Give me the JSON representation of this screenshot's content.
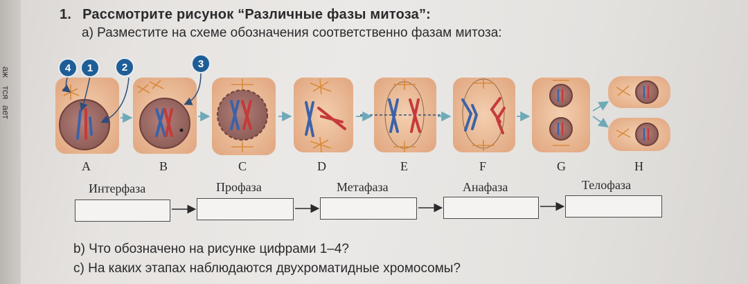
{
  "sidebar_fragments": [
    "аж",
    "тся",
    "ает"
  ],
  "question": {
    "number": "1.",
    "title": "Рассмотрите рисунок “Различные фазы митоза”:",
    "part_a": "а) Разместите на схеме обозначения соответственно фазам митоза:",
    "part_b": "b) Что обозначено на рисунке цифрами 1–4?",
    "part_c": "c) На каких этапах наблюдаются двухроматидные хромосомы?"
  },
  "figure": {
    "stage_letters": [
      "A",
      "B",
      "C",
      "D",
      "E",
      "F",
      "G",
      "H"
    ],
    "number_markers": [
      "4",
      "1",
      "2",
      "3"
    ],
    "colors": {
      "cell_bg": "#e9b996",
      "nucleus": "#9c6a63",
      "nucleus_rim": "#6d3f3b",
      "marker": "#1f5d96",
      "chrom_blue": "#3b63a8",
      "chrom_red": "#c53a3a",
      "arrow": "#6fa9b8",
      "aster": "#d98a3a"
    }
  },
  "phases": [
    {
      "label": "Интерфаза"
    },
    {
      "label": "Профаза"
    },
    {
      "label": "Метафаза"
    },
    {
      "label": "Анафаза"
    },
    {
      "label": "Телофаза"
    }
  ]
}
